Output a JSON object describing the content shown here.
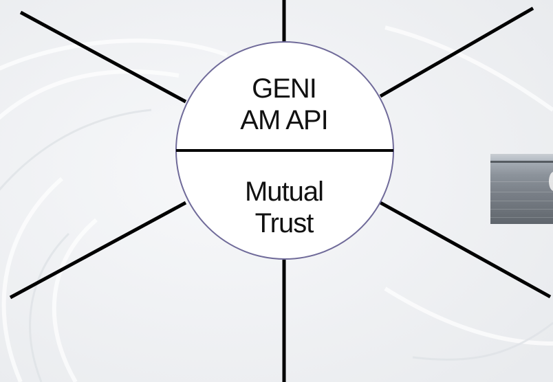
{
  "hub": {
    "top_line1": "GENI",
    "top_line2": "AM API",
    "bottom_line1": "Mutual",
    "bottom_line2": "Trust"
  },
  "spokes": [
    "top",
    "top-left",
    "top-right",
    "bottom-left",
    "bottom-right",
    "bottom"
  ],
  "colors": {
    "circle_fill": "#ffffff",
    "circle_border": "#6f6a99",
    "lines": "#000000",
    "text": "#111111",
    "background": "#f3f4f6"
  },
  "side_photo": {
    "description": "partial-photo-water"
  }
}
